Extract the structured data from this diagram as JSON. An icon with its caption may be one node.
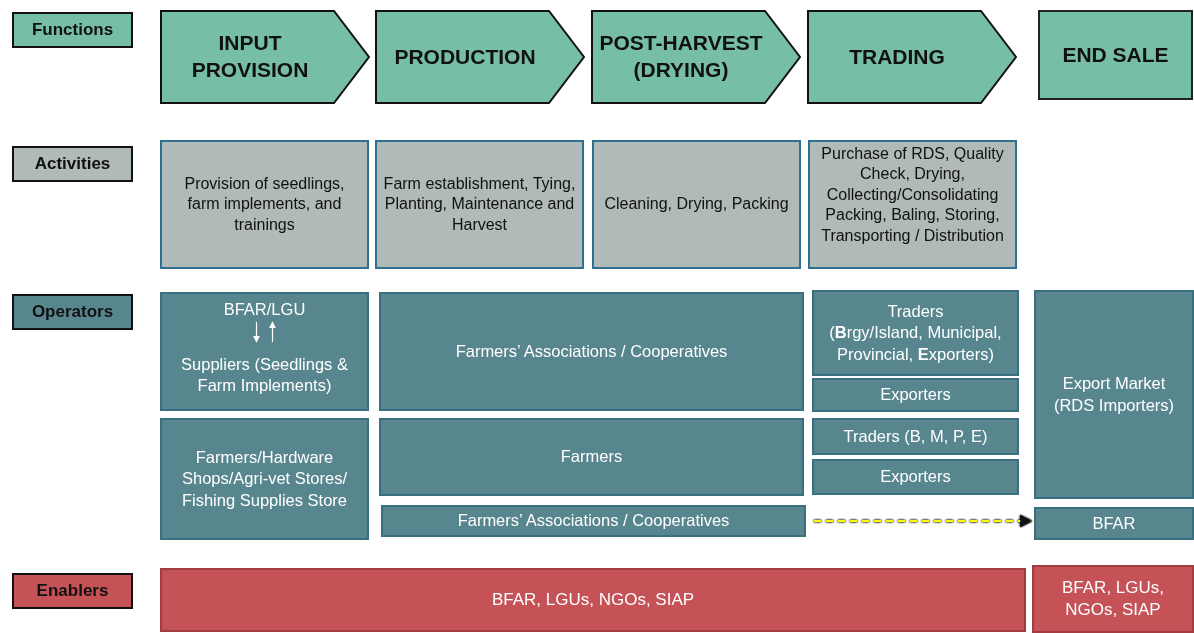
{
  "diagram": {
    "nodes": [
      {
        "text": [
          "Functions"
        ]
      },
      {
        "text": [
          "INPUT PROVISION"
        ]
      },
      {
        "text": [
          "PRODUCTION"
        ]
      },
      {
        "text": [
          "POST-HARVEST (DRYING)"
        ]
      },
      {
        "text": [
          "TRADING"
        ]
      },
      {
        "text": [
          "END SALE"
        ]
      },
      {
        "text": [
          "Activities"
        ]
      },
      {
        "text": [
          "Provision of seedlings, farm implements, and trainings"
        ]
      },
      {
        "text": [
          "Farm establishment, Tying, Planting, Maintenance and Harvest"
        ]
      },
      {
        "text": [
          "Cleaning, Drying, Packing"
        ]
      },
      {
        "text": [
          "Purchase of RDS, Quality Check, Drying, Collecting/Consolidating Packing, Baling, Storing, Transporting / Distribution"
        ]
      },
      {
        "text": [
          "Operators"
        ]
      },
      {
        "text": [],
        "shape": "box"
      },
      {
        "text": [
          "BFAR/LGU"
        ],
        "in": 12
      },
      {
        "text": [
          "Suppliers (Seedlings & Farm Implements)"
        ],
        "in": 12
      },
      {
        "text": [
          "Farmers’ Associations / Cooperatives"
        ]
      },
      {
        "text": [
          "Traders",
          "(**B**rgy/Island, Municipal, Provincial, **E**xporters)"
        ]
      },
      {
        "text": [
          "Exporters"
        ]
      },
      {
        "text": [
          "Export Market (RDS Importers)"
        ]
      },
      {
        "text": [
          "Farmers/Hardware Shops/Agri-vet Stores/ Fishing Supplies Store"
        ]
      },
      {
        "text": [
          "Farmers"
        ]
      },
      {
        "text": [
          "Traders (B, M, P, E)"
        ]
      },
      {
        "text": [
          "Exporters"
        ]
      },
      {
        "text": [
          "Farmers’ Associations / Cooperatives"
        ]
      },
      {
        "text": [
          "BFAR"
        ]
      },
      {
        "text": [
          "Enablers"
        ]
      },
      {
        "text": [
          "BFAR, LGUs, NGOs, SIAP"
        ]
      },
      {
        "text": [
          "BFAR, LGUs, NGOs, SIAP"
        ]
      }
    ],
    "edges": [
      {
        "from": 13,
        "to": 14,
        "arrow": "to"
      },
      {
        "from": 14,
        "to": 13,
        "arrow": "to"
      },
      {
        "from": 23,
        "to": 24,
        "arrow": "to",
        "style": "dashed",
        "color": "#ffff00"
      }
    ]
  }
}
